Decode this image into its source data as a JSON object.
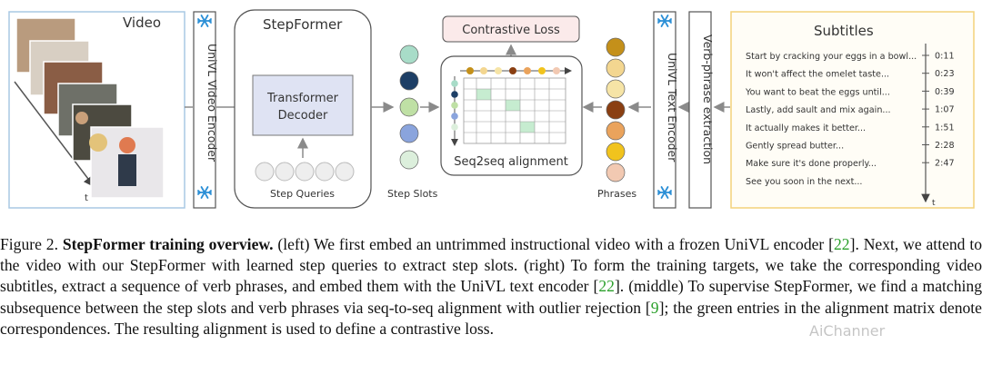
{
  "figure": {
    "video_label": "Video",
    "time_axis_label": "t",
    "video_encoder_label": "UniVL Video Encoder",
    "stepformer_title": "StepFormer",
    "decoder_label_line1": "Transformer",
    "decoder_label_line2": "Decoder",
    "step_queries_label": "Step Queries",
    "step_slots_label": "Step Slots",
    "contrastive_loss_label": "Contrastive Loss",
    "alignment_label": "Seq2seq alignment",
    "phrases_label": "Phrases",
    "text_encoder_label": "UniVL Text Encoder",
    "verb_extraction_label": "Verb-phrase extraction",
    "subtitles_title": "Subtitles",
    "subtitles": [
      {
        "text": "Start by cracking your eggs in a bowl...",
        "time": "0:11"
      },
      {
        "text": "It won't affect the omelet taste...",
        "time": "0:23"
      },
      {
        "text": "You want to beat the eggs until...",
        "time": "0:39"
      },
      {
        "text": "Lastly, add sault and mix again...",
        "time": "1:07"
      },
      {
        "text": "It actually makes it better...",
        "time": "1:51"
      },
      {
        "text": "Gently spread butter...",
        "time": "2:28"
      },
      {
        "text": "Make sure it's done properly...",
        "time": "2:47"
      },
      {
        "text": "See you soon in the next...",
        "time": ""
      }
    ],
    "colors": {
      "snowflake": "#2b8fd6",
      "decoder_fill": "#dfe3f3",
      "match_green": "#c6ecd0",
      "subtitle_border": "#f3d27a",
      "slot_colors": [
        "#a8dcc8",
        "#1e3f66",
        "#bfe0a5",
        "#8aa4dd",
        "#dcefdc"
      ],
      "phrase_colors": [
        "#c4901a",
        "#f3d690",
        "#f6e4a6",
        "#8a3f12",
        "#eaa35c",
        "#f1c31d",
        "#f2c9b2"
      ]
    }
  },
  "caption": {
    "fig_label": "Figure 2.",
    "bold_title": "StepFormer training overview.",
    "part1": " (left) We first embed an untrimmed instructional video with a frozen UniVL encoder [",
    "ref_a": "22",
    "part2": "]. Next, we attend to the video with our StepFormer with learned step queries to extract step slots. (right) To form the training targets, we take the corresponding video subtitles, extract a sequence of verb phrases, and embed them with the UniVL text encoder [",
    "ref_b": "22",
    "part3": "]. (middle) To supervise StepFormer, we find a matching subsequence between the step slots and verb phrases via seq-to-seq alignment with outlier rejection [",
    "ref_c": "9",
    "part4": "]; the green entries in the alignment matrix denote correspondences. The resulting alignment is used to define a contrastive loss."
  },
  "watermark": "AiChanner"
}
